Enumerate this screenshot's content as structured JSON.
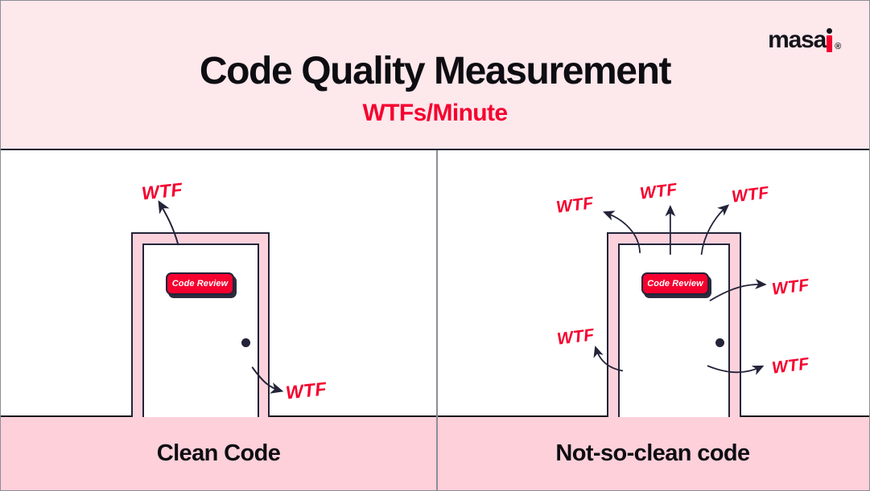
{
  "brand": {
    "name_main": "masa",
    "name_i": "i",
    "registered": "®"
  },
  "header": {
    "title": "Code Quality Measurement",
    "subtitle": "WTFs/Minute",
    "background_color": "#FDE8EC",
    "accent_color": "#F5002F"
  },
  "panels": [
    {
      "id": "clean-code",
      "caption": "Clean Code",
      "door_button_label": "Code Review",
      "wtf_count": 2,
      "wtf_labels": [
        "WTF",
        "WTF"
      ]
    },
    {
      "id": "not-so-clean-code",
      "caption": "Not-so-clean code",
      "door_button_label": "Code Review",
      "wtf_count": 6,
      "wtf_labels": [
        "WTF",
        "WTF",
        "WTF",
        "WTF",
        "WTF",
        "WTF"
      ]
    }
  ],
  "colors": {
    "red": "#F5002F",
    "ink": "#232339",
    "door_frame_pink": "#FBD2DC",
    "caption_pink": "#FDD0DA",
    "header_pink": "#FDE8EC"
  }
}
